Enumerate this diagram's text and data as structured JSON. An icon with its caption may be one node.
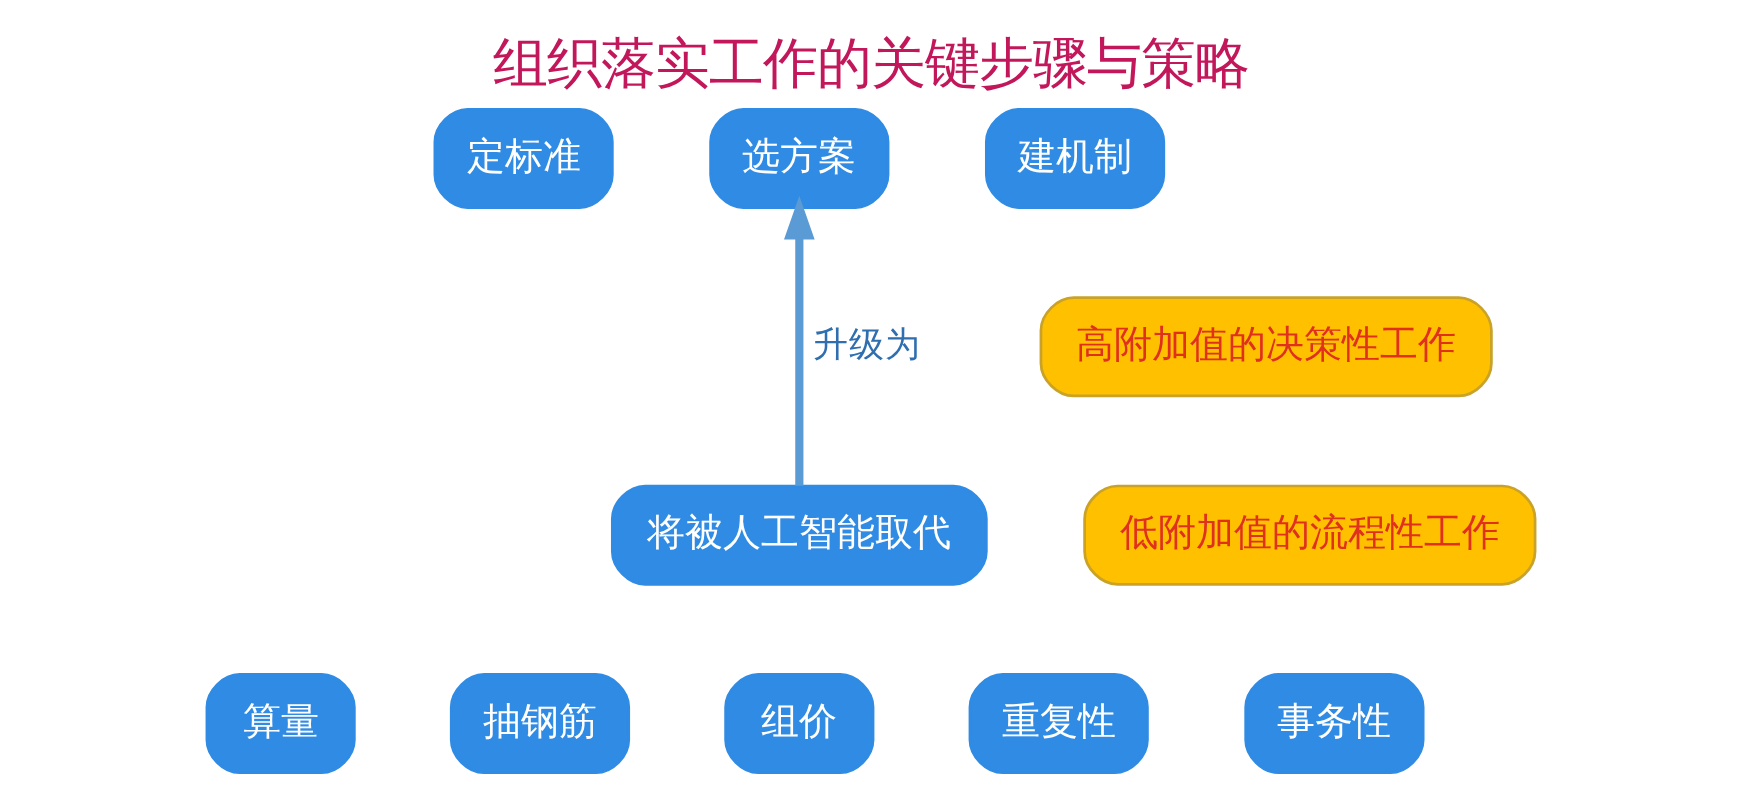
{
  "diagram": {
    "title": "组织落实工作的关键步骤与策略",
    "nodes": [
      {
        "text": [
          "定标准"
        ]
      },
      {
        "text": [
          "选方案"
        ]
      },
      {
        "text": [
          "建机制"
        ]
      },
      {
        "text": [
          "高附加值的决策性工作"
        ]
      },
      {
        "text": [
          "将被人工智能取代"
        ]
      },
      {
        "text": [
          "低附加值的流程性工作"
        ]
      },
      {
        "text": [
          "算量"
        ]
      },
      {
        "text": [
          "抽钢筋"
        ]
      },
      {
        "text": [
          "组价"
        ]
      },
      {
        "text": [
          "重复性"
        ]
      },
      {
        "text": [
          "事务性"
        ]
      }
    ],
    "edges": [
      {
        "from": 4,
        "to": 1,
        "arrow": "to",
        "label": "升级为"
      }
    ]
  }
}
